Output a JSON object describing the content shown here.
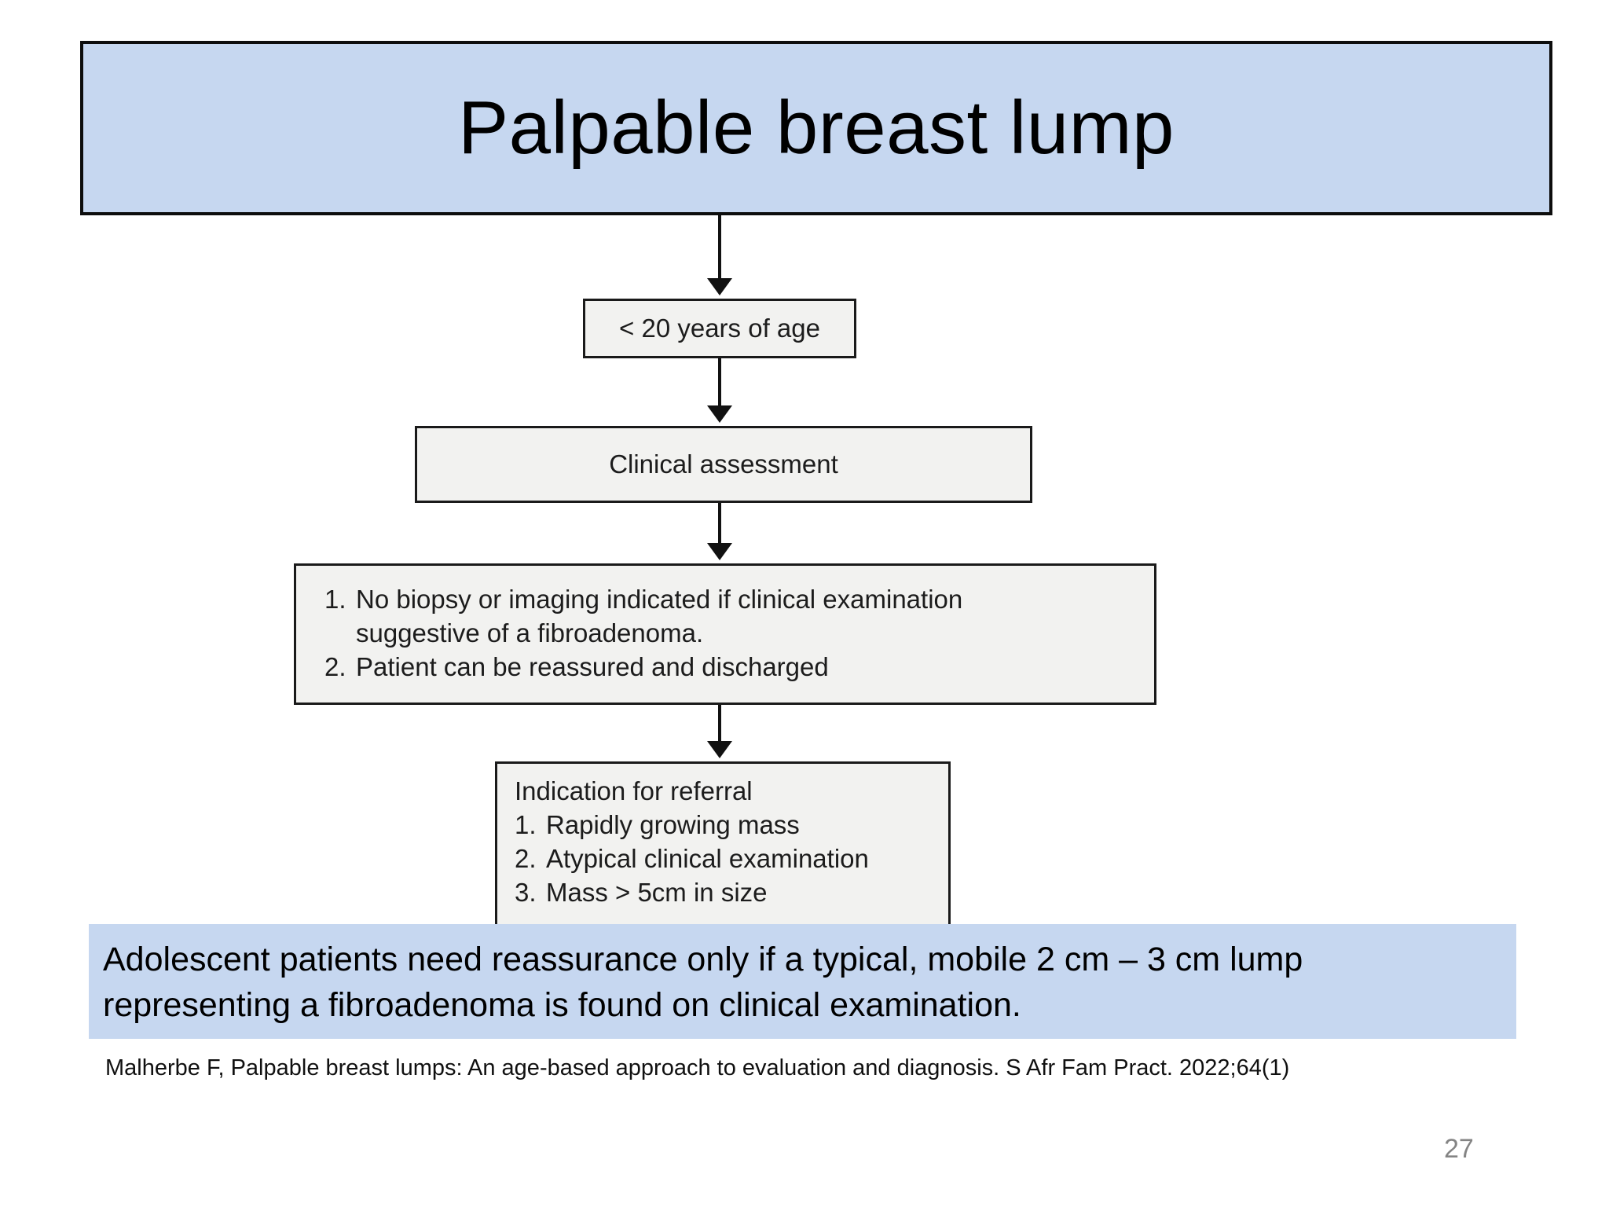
{
  "slide": {
    "title": "Palpable breast lump",
    "number": "27",
    "colors": {
      "banner_blue": "#c6d7f0",
      "box_fill": "#f2f2f0",
      "box_border": "#1a1a1a",
      "slide_number": "#848484"
    }
  },
  "flowchart": {
    "type": "flowchart",
    "orientation": "vertical",
    "nodes": [
      {
        "id": "age",
        "label": "< 20 years of age"
      },
      {
        "id": "assessment",
        "label": "Clinical assessment"
      },
      {
        "id": "advice",
        "lines": [
          {
            "num": "1.",
            "text": "No biopsy or imaging indicated if clinical  examination"
          },
          {
            "num": "",
            "text": "suggestive of a fibroadenoma."
          },
          {
            "num": "2.",
            "text": "Patient can be reassured and discharged"
          }
        ]
      },
      {
        "id": "referral",
        "heading": "Indication for referral",
        "lines": [
          {
            "num": "1.",
            "text": "Rapidly growing mass"
          },
          {
            "num": "2.",
            "text": "Atypical clinical examination"
          },
          {
            "num": "3.",
            "text": "Mass > 5cm in size"
          }
        ]
      }
    ],
    "edges": [
      {
        "from": "title",
        "to": "age"
      },
      {
        "from": "age",
        "to": "assessment"
      },
      {
        "from": "assessment",
        "to": "advice"
      },
      {
        "from": "advice",
        "to": "referral"
      }
    ]
  },
  "callout": {
    "line1": "Adolescent patients need reassurance only if a typical, mobile 2 cm – 3 cm lump",
    "line2": "representing a fibroadenoma is found on clinical examination."
  },
  "citation": {
    "text": "Malherbe F, Palpable breast lumps: An age-based approach to evaluation and diagnosis. S Afr Fam Pract. 2022;64(1)"
  }
}
